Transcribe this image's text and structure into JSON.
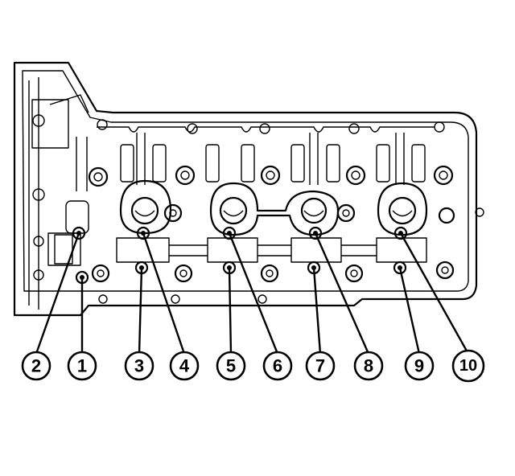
{
  "callouts": [
    {
      "id": 2,
      "label": "2"
    },
    {
      "id": 1,
      "label": "1"
    },
    {
      "id": 3,
      "label": "3"
    },
    {
      "id": 4,
      "label": "4"
    },
    {
      "id": 5,
      "label": "5"
    },
    {
      "id": 6,
      "label": "6"
    },
    {
      "id": 7,
      "label": "7"
    },
    {
      "id": 8,
      "label": "8"
    },
    {
      "id": 9,
      "label": "9"
    },
    {
      "id": 10,
      "label": "10"
    }
  ]
}
